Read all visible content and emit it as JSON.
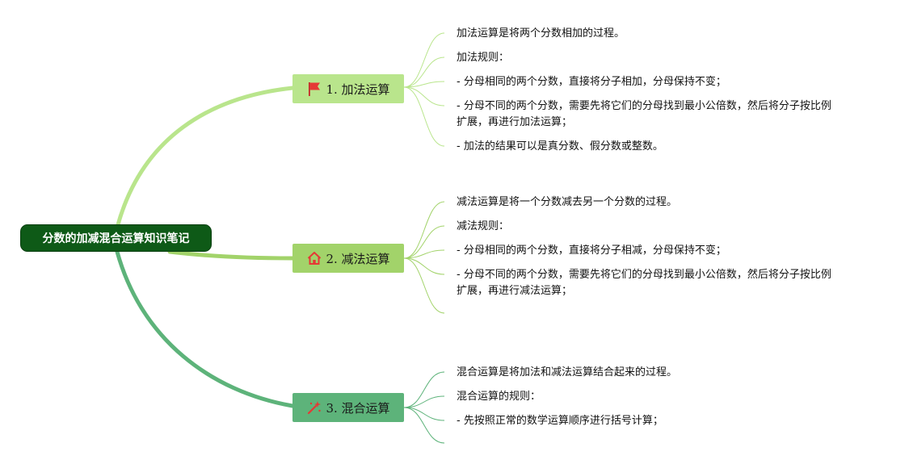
{
  "root": {
    "title": "分数的加减混合运算知识笔记"
  },
  "branches": [
    {
      "label": "1. 加法运算",
      "icon": "red-flag-icon",
      "color": "#b9e58c",
      "line_color": "#b9e58c",
      "items": [
        "加法运算是将两个分数相加的过程。",
        "加法规则：",
        "- 分母相同的两个分数，直接将分子相加，分母保持不变；",
        "- 分母不同的两个分数，需要先将它们的分母找到最小公倍数，然后将分子按比例",
        "扩展，再进行加法运算；",
        "- 加法的结果可以是真分数、假分数或整数。"
      ]
    },
    {
      "label": "2. 减法运算",
      "icon": "house-icon",
      "color": "#a2d36a",
      "line_color": "#a2d36a",
      "items": [
        "减法运算是将一个分数减去另一个分数的过程。",
        "减法规则：",
        "- 分母相同的两个分数，直接将分子相减，分母保持不变；",
        "- 分母不同的两个分数，需要先将它们的分母找到最小公倍数，然后将分子按比例",
        "扩展，再进行减法运算；"
      ]
    },
    {
      "label": "3. 混合运算",
      "icon": "magic-wand-icon",
      "color": "#5db37a",
      "line_color": "#5db37a",
      "items": [
        "混合运算是将加法和减法运算结合起来的过程。",
        "混合运算的规则：",
        "- 先按照正常的数学运算顺序进行括号计算；"
      ]
    }
  ],
  "colors": {
    "root_bg": "#0e5a17",
    "root_text": "#ffffff",
    "icon_red": "#e53935"
  }
}
